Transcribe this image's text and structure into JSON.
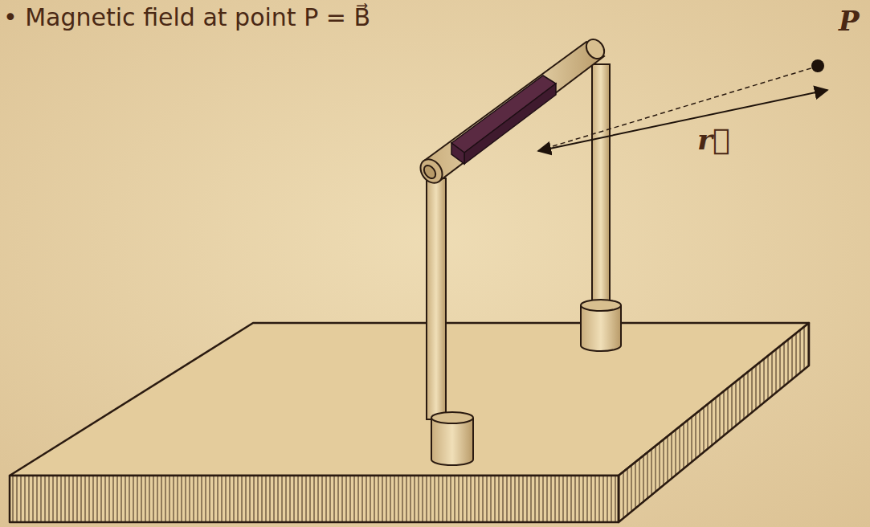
{
  "diagram": {
    "labels": [
      "• Magnetic field at point P = B⃗",
      "P",
      "r⃗"
    ]
  }
}
